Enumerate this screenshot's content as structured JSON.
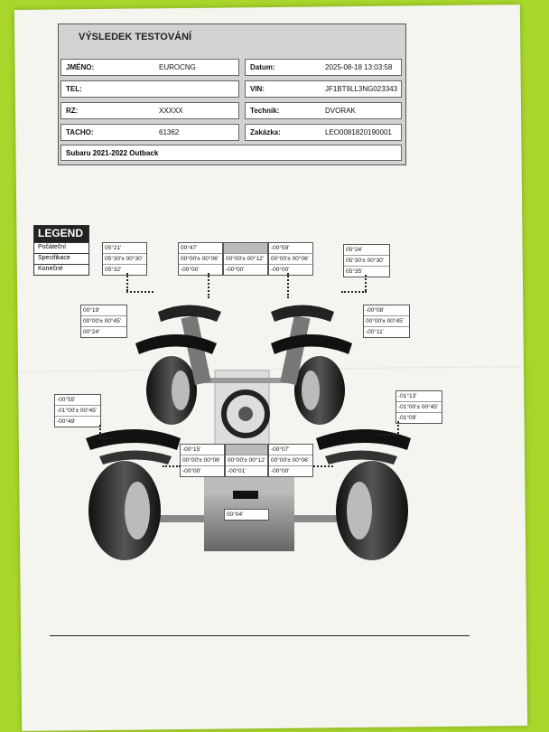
{
  "header": {
    "title": "VÝSLEDEK TESTOVÁNÍ",
    "left": [
      {
        "label": "JMÉNO:",
        "value": "EUROCNG"
      },
      {
        "label": "TEL:",
        "value": ""
      },
      {
        "label": "RZ:",
        "value": "XXXXX"
      },
      {
        "label": "TACHO:",
        "value": "61362"
      }
    ],
    "right": [
      {
        "label": "Datum:",
        "value": "2025-08-18 13:03:58"
      },
      {
        "label": "VIN:",
        "value": "JF1BT9LL3NG023343"
      },
      {
        "label": "Technik:",
        "value": "DVORAK"
      },
      {
        "label": "Zakázka:",
        "value": "LEO0081820190001"
      }
    ],
    "vehicle": "Subaru  2021-2022  Outback"
  },
  "legend": {
    "title": "LEGEND",
    "items": [
      "Počáteční",
      "Specifikace",
      "Konečné"
    ]
  },
  "front": {
    "camber_left": [
      "05°21'",
      "05°30'± 00°30'",
      "05°32'"
    ],
    "caster_left": [
      "00°19'",
      "00°00'± 00°45'",
      "00°24'"
    ],
    "toe_left": [
      "00°47'",
      "00°00'± 00°06'",
      "-00°00'"
    ],
    "total_toe": [
      "",
      "00°00'± 00°12'",
      "-00°00'"
    ],
    "toe_right": [
      "-00°59'",
      "00°00'± 00°06'",
      "-00°00'"
    ],
    "camber_right": [
      "05°24'",
      "05°30'± 00°30'",
      "05°35'"
    ],
    "caster_right": [
      "-00°08'",
      "00°00'± 00°45'",
      "-00°11'"
    ]
  },
  "rear": {
    "camber_left": [
      "-00°55'",
      "-01°00'± 00°45'",
      "-00°49'"
    ],
    "toe_left": [
      "-00°15'",
      "00°00'± 00°06'",
      "-00°00'"
    ],
    "total_toe": [
      "",
      "00°00'± 00°12'",
      "-00°01'"
    ],
    "toe_right": [
      "-00°07'",
      "00°00'± 00°06'",
      "-00°00'"
    ],
    "camber_right": [
      "-01°13'",
      "-01°00'± 00°45'",
      "-01°09'"
    ],
    "thrust": "00°04'"
  }
}
